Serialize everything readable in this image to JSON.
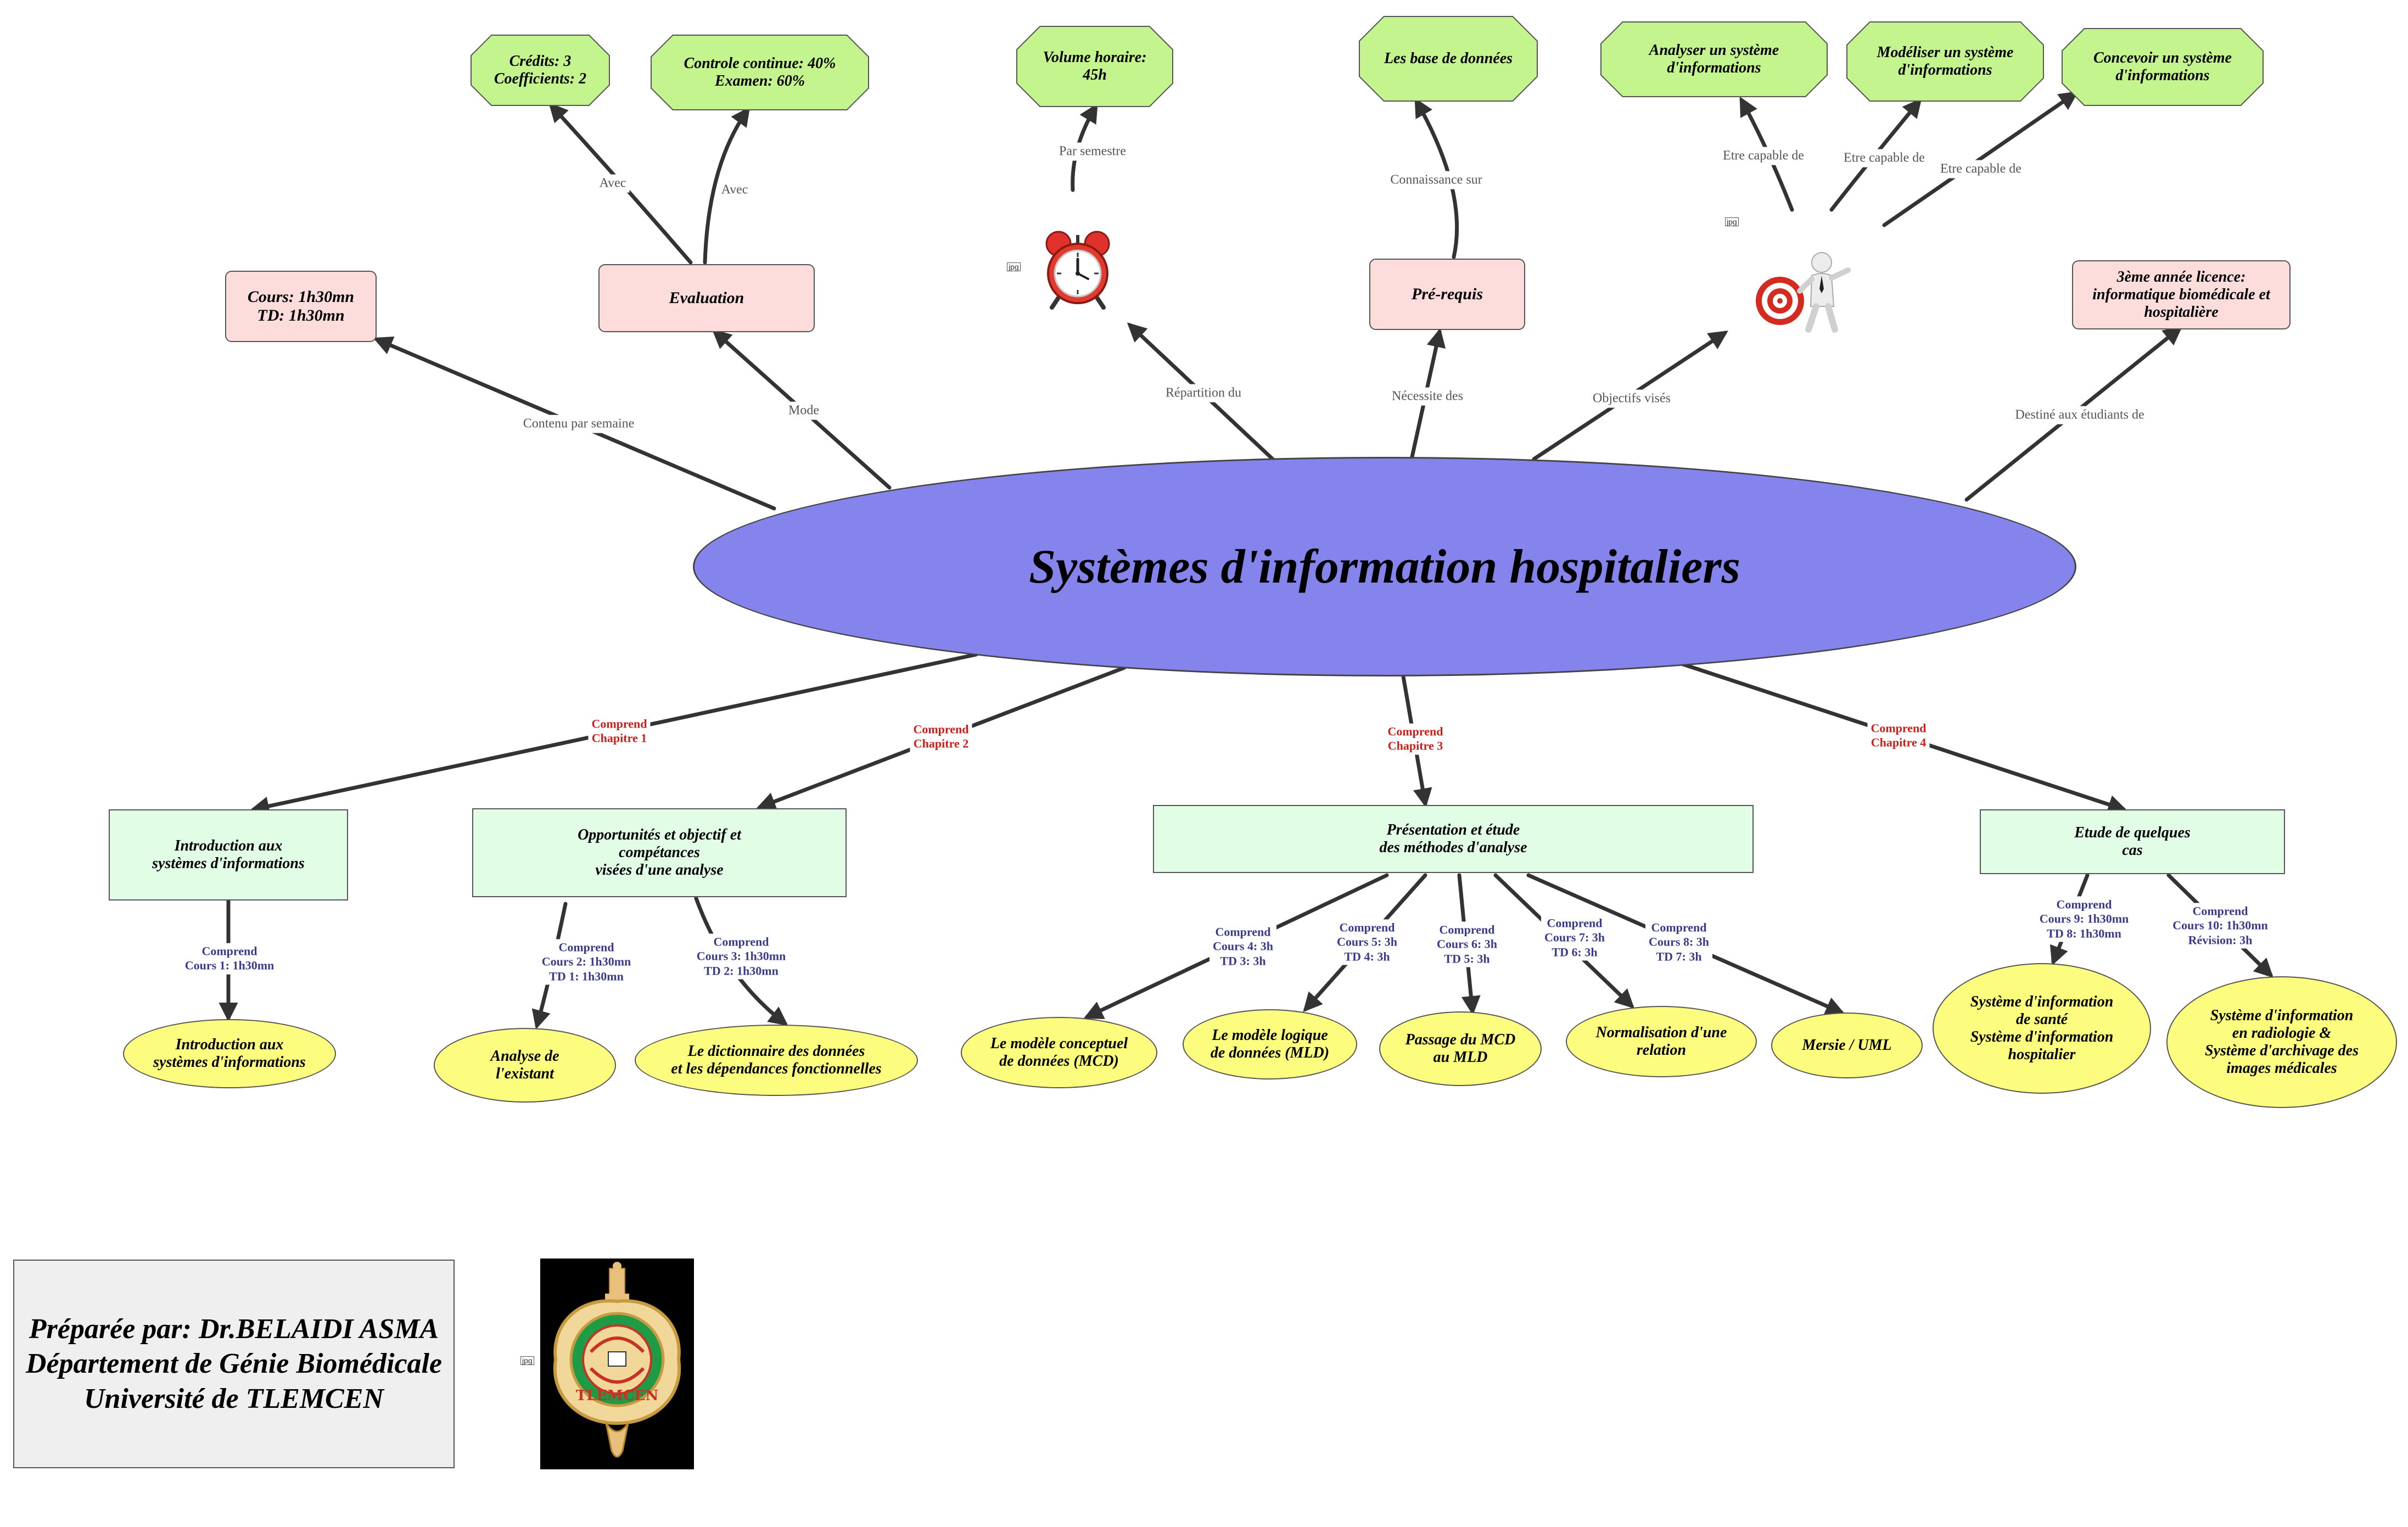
{
  "central": "Systèmes d'information hospitaliers",
  "info": {
    "weekly": "Cours: 1h30mn\nTD: 1h30mn",
    "evaluation": "Evaluation",
    "prereq": "Pré-requis",
    "audience": "3ème année licence:\ninformatique biomédicale et\nhospitalière"
  },
  "octagons": {
    "credits": "Crédits: 3\nCoefficients: 2",
    "controle": "Controle continue: 40%\nExamen: 60%",
    "volume": "Volume horaire:\n45h",
    "bdd": "Les base de données",
    "analyser": "Analyser un système\nd'informations",
    "modeliser": "Modéliser un système\nd'informations",
    "concevoir": "Concevoir  un système\nd'informations"
  },
  "chapters": {
    "ch1": "Introduction aux\nsystèmes d'informations",
    "ch2": "Opportunités et objectif et\ncompétances\nvisées d'une analyse",
    "ch3": "Présentation et étude\ndes méthodes d'analyse",
    "ch4": "Etude de quelques\ncas"
  },
  "courses": {
    "c1": "Introduction aux\nsystèmes d'informations",
    "c2": "Analyse de\nl'existant",
    "c3": "Le dictionnaire des données\net les dépendances fonctionnelles",
    "c4": "Le modèle conceptuel\nde données (MCD)",
    "c5": "Le modèle logique\nde données (MLD)",
    "c6": "Passage du MCD\nau MLD",
    "c7": "Normalisation d'une\nrelation",
    "c8": "Mersie / UML",
    "c9": "Système d'information\nde santé\nSystème d'information\nhospitalier",
    "c10": "Système d'information\nen radiologie &\nSystème d'archivage des\nimages médicales"
  },
  "links": {
    "contenu": "Contenu par semaine",
    "mode": "Mode",
    "avec1": "Avec",
    "avec2": "Avec",
    "repartition": "Répartition du",
    "par_semestre": "Par semestre",
    "necessite": "Nécessite des",
    "connaissance": "Connaissance sur",
    "objectifs": "Objectifs visés",
    "capable1": "Etre capable de",
    "capable2": "Etre capable de",
    "capable3": "Etre capable de",
    "destine": "Destiné aux étudiants de",
    "comp_ch1": "Comprend\nChapitre 1",
    "comp_ch2": "Comprend\nChapitre 2",
    "comp_ch3": "Comprend\nChapitre 3",
    "comp_ch4": "Comprend\nChapitre 4",
    "comp_c1": "Comprend\nCours 1: 1h30mn",
    "comp_c2": "Comprend\nCours 2: 1h30mn\nTD 1: 1h30mn",
    "comp_c3": "Comprend\nCours 3: 1h30mn\nTD 2: 1h30mn",
    "comp_c4": "Comprend\nCours 4: 3h\nTD 3: 3h",
    "comp_c5": "Comprend\nCours 5: 3h\nTD 4: 3h",
    "comp_c6": "Comprend\nCours 6: 3h\nTD 5: 3h",
    "comp_c7": "Comprend\nCours 7: 3h\nTD 6: 3h",
    "comp_c8": "Comprend\nCours 8: 3h\nTD 7: 3h",
    "comp_c9": "Comprend\nCours 9: 1h30mn\nTD 8: 1h30mn",
    "comp_c10": "Comprend\nCours 10: 1h30mn\nRévision: 3h"
  },
  "footer": "Préparée par: Dr.BELAIDI ASMA\nDépartement de Génie Biomédicale\nUniversité de TLEMCEN",
  "logo_text": "TLEMCEN",
  "image_tag": "jpg",
  "icons": [
    "alarm-clock-icon",
    "target-person-icon",
    "university-seal-icon"
  ],
  "colors": {
    "central": "#8484ec",
    "pink": "#fddcdc",
    "mint": "#e2fde6",
    "yellow": "#fcfc7e",
    "green": "#c4f48e",
    "link_red": "#c8201a",
    "link_blue": "#3a3a8a",
    "connector": "#333333"
  }
}
